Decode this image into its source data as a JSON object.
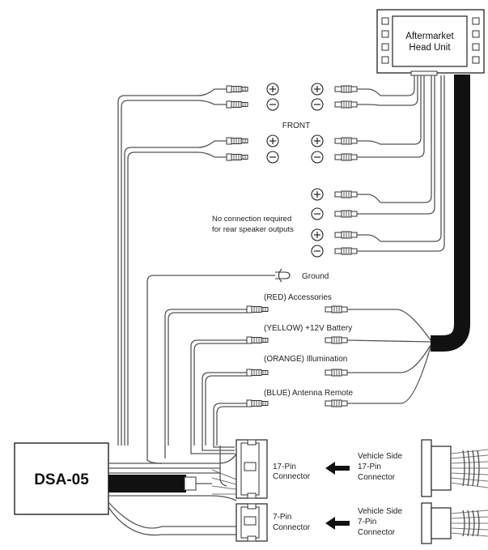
{
  "head_unit": {
    "line1": "Aftermarket",
    "line2": "Head Unit"
  },
  "front_label": "FRONT",
  "no_connection": {
    "line1": "No connection required",
    "line2": "for rear speaker outputs"
  },
  "ground_label": "Ground",
  "wire_labels": {
    "accessories": "(RED) Accessories",
    "battery": "(YELLOW) +12V Battery",
    "illumination": "(ORANGE) Illumination",
    "antenna": "(BLUE) Antenna Remote"
  },
  "module_name": "DSA-05",
  "connector_17": {
    "line1": "17-Pin",
    "line2": "Connector"
  },
  "connector_7": {
    "line1": "7-Pin",
    "line2": "Connector"
  },
  "vehicle_17": {
    "line1": "Vehicle Side",
    "line2": "17-Pin",
    "line3": "Connector"
  },
  "vehicle_7": {
    "line1": "Vehicle Side",
    "line2": "7-Pin",
    "line3": "Connector"
  },
  "symbols": {
    "plus": "+",
    "minus": "−"
  }
}
